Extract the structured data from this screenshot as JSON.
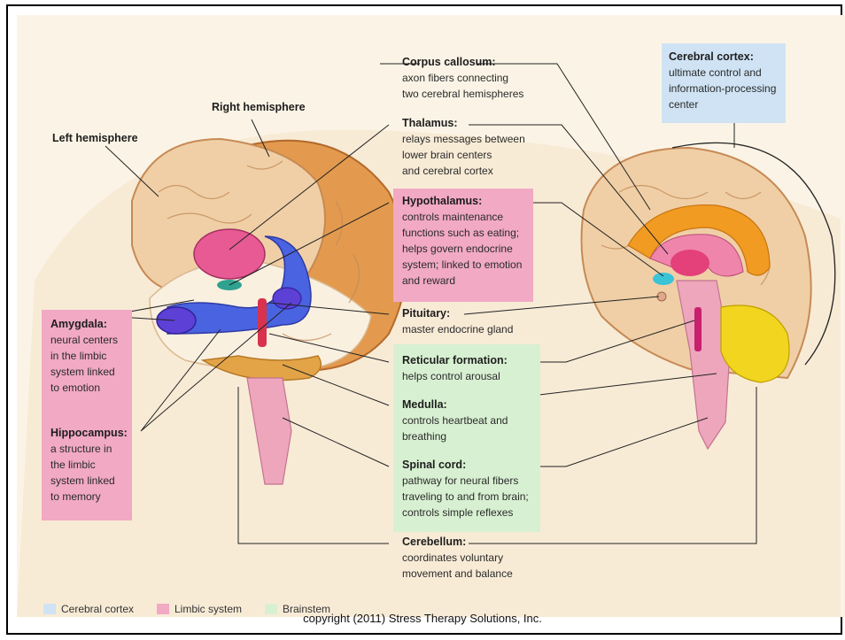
{
  "headings": {
    "left_hemisphere": "Left hemisphere",
    "right_hemisphere": "Right hemisphere"
  },
  "labels": {
    "corpus_callosum": {
      "title": "Corpus callosum:",
      "lines": [
        "axon fibers connecting",
        "two cerebral hemispheres"
      ]
    },
    "cerebral_cortex": {
      "title": "Cerebral cortex:",
      "lines": [
        "ultimate control and",
        "information-processing",
        "center"
      ]
    },
    "thalamus": {
      "title": "Thalamus:",
      "lines": [
        "relays messages between",
        "lower brain centers",
        "and cerebral cortex"
      ]
    },
    "hypothalamus": {
      "title": "Hypothalamus:",
      "lines": [
        "controls maintenance",
        "functions such as eating;",
        "helps govern endocrine",
        "system; linked to emotion",
        "and reward"
      ]
    },
    "pituitary": {
      "title": "Pituitary:",
      "lines": [
        "master endocrine gland"
      ]
    },
    "reticular_formation": {
      "title": "Reticular formation:",
      "lines": [
        "helps control arousal"
      ]
    },
    "medulla": {
      "title": "Medulla:",
      "lines": [
        "controls heartbeat and",
        "breathing"
      ]
    },
    "spinal_cord": {
      "title": "Spinal cord:",
      "lines": [
        "pathway for neural fibers",
        "traveling to and from brain;",
        "controls simple reflexes"
      ]
    },
    "cerebellum": {
      "title": "Cerebellum:",
      "lines": [
        "coordinates voluntary",
        "movement and balance"
      ]
    },
    "amygdala": {
      "title": "Amygdala:",
      "lines": [
        "neural centers",
        "in the limbic",
        "system linked",
        "to emotion"
      ]
    },
    "hippocampus": {
      "title": "Hippocampus:",
      "lines": [
        "a structure in",
        "the limbic",
        "system linked",
        "to memory"
      ]
    }
  },
  "legend": [
    {
      "label": "Cerebral cortex",
      "color": "#cfe3f4"
    },
    {
      "label": "Limbic system",
      "color": "#f1a9c4"
    },
    {
      "label": "Brainstem",
      "color": "#d8f0d2"
    }
  ],
  "colors": {
    "limbic": "#f1a9c4",
    "cortex": "#cfe3f4",
    "brainstem": "#d8f0d2"
  },
  "copyright": "copyright (2011) Stress Therapy Solutions, Inc."
}
